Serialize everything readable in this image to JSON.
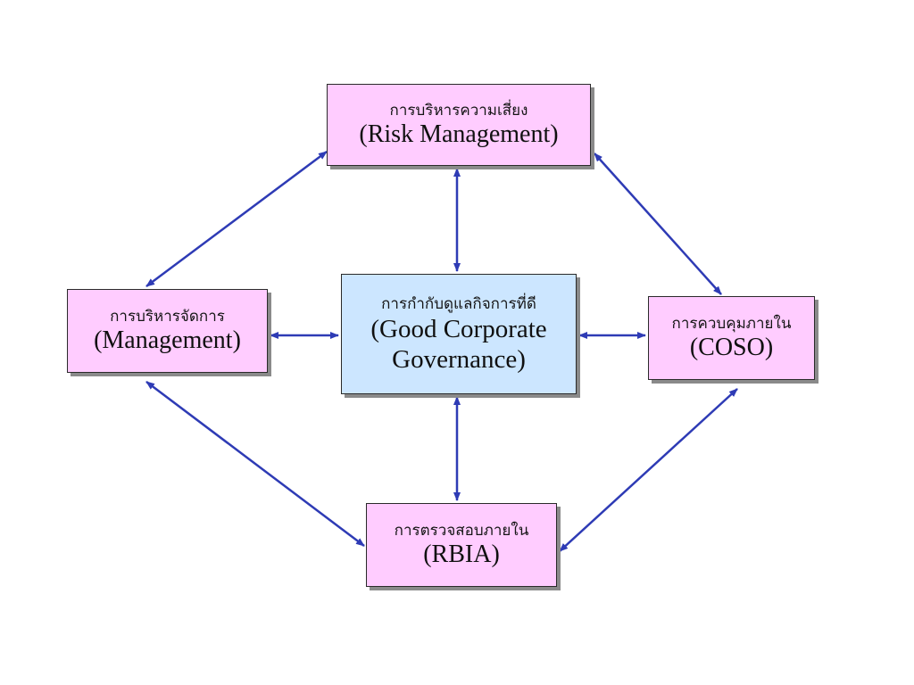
{
  "nodes": {
    "risk": {
      "thai": "การบริหารความเสี่ยง",
      "english": "(Risk Management)"
    },
    "management": {
      "thai": "การบริหารจัดการ",
      "english": "(Management)"
    },
    "governance": {
      "thai": "การกำกับดูแลกิจการที่ดี",
      "english_line1": "(Good Corporate",
      "english_line2": "Governance)"
    },
    "coso": {
      "thai": "การควบคุมภายใน",
      "english": "(COSO)"
    },
    "rbia": {
      "thai": "การตรวจสอบภายใน",
      "english": "(RBIA)"
    }
  },
  "colors": {
    "node_pink": "#ffccff",
    "node_blue": "#cce6ff",
    "arrow": "#2e3bb5"
  }
}
